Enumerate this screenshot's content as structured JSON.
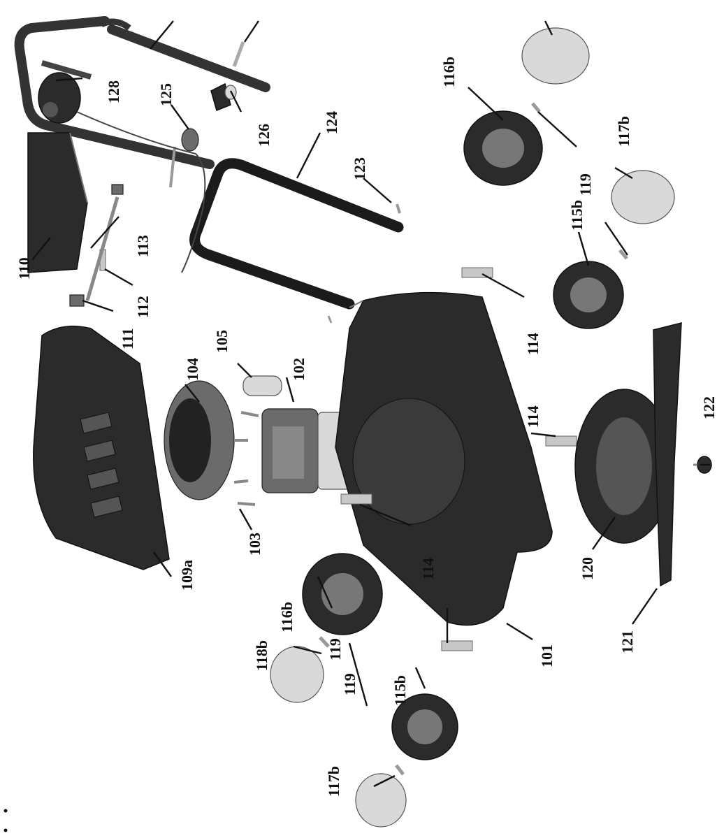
{
  "diagram": {
    "labels": {
      "l101": "101",
      "l102": "102",
      "l103": "103",
      "l104": "104",
      "l105": "105",
      "l109a": "109a",
      "l110": "110",
      "l111": "111",
      "l112": "112",
      "l113": "113",
      "l114a": "114",
      "l114b": "114",
      "l114c": "114",
      "l115b_top": "115b",
      "l115b_bot": "115b",
      "l116b_top": "116b",
      "l116b_bot": "116b",
      "l117b_top": "117b",
      "l117b_bot": "117b",
      "l118b": "118b",
      "l119a": "119",
      "l119b": "119",
      "l119c": "119",
      "l120": "120",
      "l121": "121",
      "l122": "122",
      "l123": "123",
      "l124": "124",
      "l125": "125",
      "l126": "126",
      "l128": "128"
    }
  }
}
